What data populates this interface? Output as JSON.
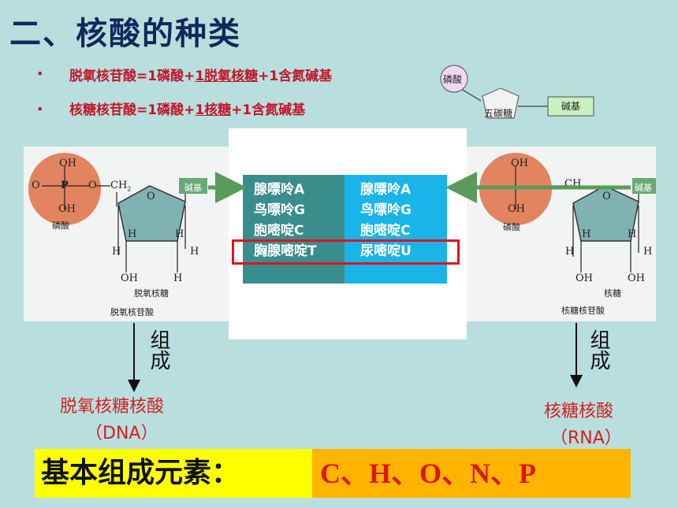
{
  "title": "二、核酸的种类",
  "bullets": [
    {
      "pre": "脱氧核苷酸=1磷酸+",
      "u": "1脱氧核糖",
      "post": "+1含氮碱基"
    },
    {
      "pre": "核糖核苷酸=1磷酸+",
      "u": "1核糖",
      "post": "+1含氮碱基"
    }
  ],
  "schema": {
    "phosphate": "磷酸",
    "sugar": "五碳糖",
    "base": "碱基"
  },
  "dna_panel": {
    "oh_top": "OH",
    "o_left": "O",
    "p": "P",
    "o_mid": "O",
    "ch2": "CH",
    "ch2_sub": "2",
    "oh_bottom": "OH",
    "ring_o": "O",
    "base_box": "碱基",
    "phosphate_label": "磷酸",
    "h1": "H",
    "h2": "H",
    "h3": "H",
    "h4": "H",
    "oh_sugar": "OH",
    "h5": "H",
    "sugar_label": "脱氧核糖",
    "nucleotide_label": "脱氧核苷酸"
  },
  "rna_panel": {
    "oh_top": "OH",
    "ch2": "CH",
    "oh_bottom": "OH",
    "ring_o": "O",
    "base_box": "碱基",
    "phosphate_label": "磷酸",
    "h1": "H",
    "h2": "H",
    "h3": "H",
    "h4": "H",
    "oh1": "OH",
    "oh2": "OH",
    "sugar_label": "核糖",
    "nucleotide_label": "核糖核苷酸"
  },
  "bases": {
    "dna": [
      "腺嘌呤A",
      "鸟嘌呤G",
      "胞嘧啶C",
      "胸腺嘧啶T"
    ],
    "rna": [
      "腺嘌呤A",
      "鸟嘌呤G",
      "胞嘧啶C",
      "尿嘧啶U"
    ]
  },
  "compose_label": "组成",
  "dna_result": {
    "name": "脱氧核糖核酸",
    "abbr": "（DNA）"
  },
  "rna_result": {
    "name": "核糖核酸",
    "abbr": "（RNA）"
  },
  "elements": {
    "label": "基本组成元素：",
    "value": "C、H、O、N、P"
  },
  "colors": {
    "title": "#10285a",
    "red": "#d61f1f",
    "dna_col": "#3a8d8d",
    "rna_col": "#19b4e8",
    "phosphate": "#e07850",
    "sugar": "#7fb2b0",
    "base": "#6aa878"
  }
}
